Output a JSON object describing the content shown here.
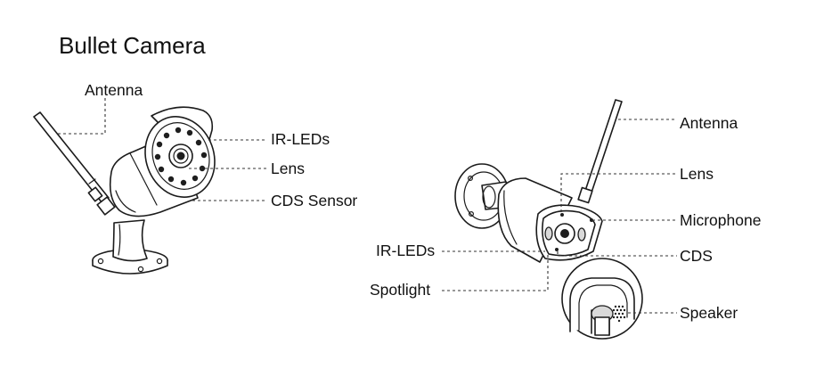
{
  "title": "Bullet Camera",
  "left_camera": {
    "labels": {
      "antenna": "Antenna",
      "ir_leds": "IR-LEDs",
      "lens": "Lens",
      "cds_sensor": "CDS Sensor"
    }
  },
  "right_camera": {
    "labels": {
      "antenna": "Antenna",
      "lens": "Lens",
      "microphone": "Microphone",
      "ir_leds": "IR-LEDs",
      "cds": "CDS",
      "spotlight": "Spotlight",
      "speaker": "Speaker"
    }
  }
}
